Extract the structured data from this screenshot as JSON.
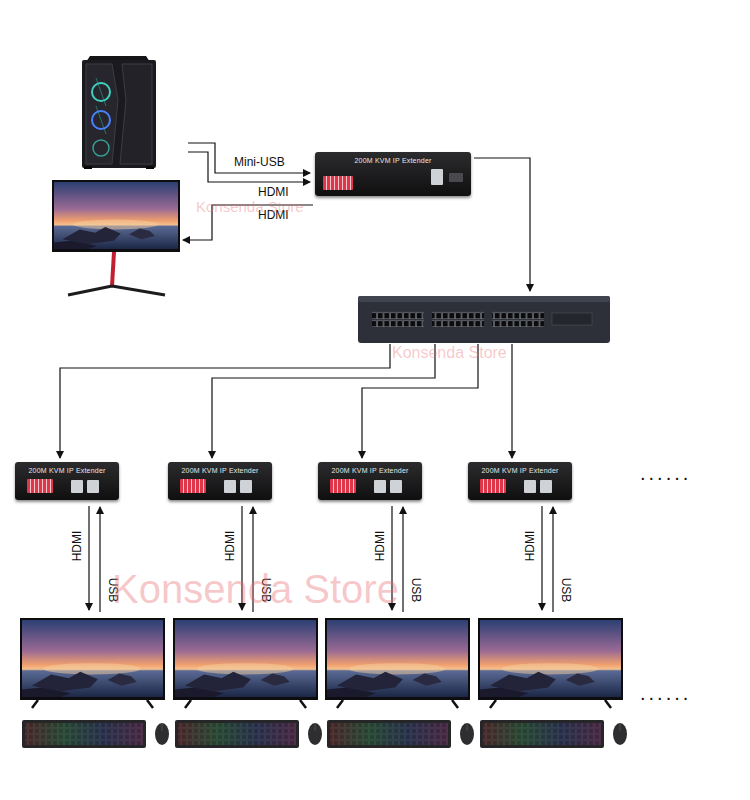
{
  "diagram": {
    "nodes": [
      {
        "text": [
          "200M KVM IP Extender"
        ]
      },
      {
        "text": [
          "200M KVM IP Extender"
        ]
      },
      {
        "text": [
          "200M KVM IP Extender"
        ]
      },
      {
        "text": [
          "200M KVM IP Extender"
        ]
      },
      {
        "text": [
          "200M KVM IP Extender"
        ]
      }
    ],
    "labels": [
      "Mini-USB",
      "HDMI",
      "HDMI",
      "Konsenda Store",
      "Konsenda Store",
      "......",
      "HDMI",
      "USB",
      "HDMI",
      "USB",
      "HDMI",
      "USB",
      "HDMI",
      "USB",
      "Konsenda Store",
      "......"
    ]
  }
}
